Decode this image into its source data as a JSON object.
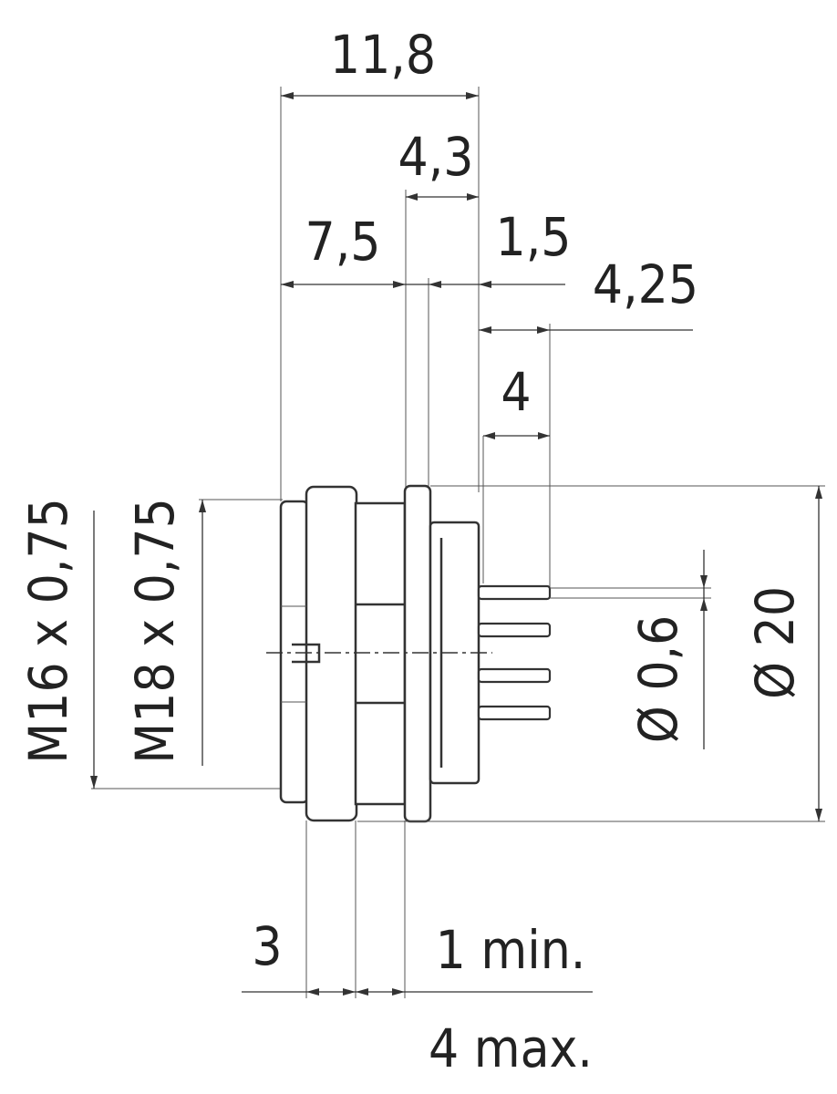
{
  "dimensions": {
    "d_11_8": "11,8",
    "d_4_3": "4,3",
    "d_7_5": "7,5",
    "d_1_5": "1,5",
    "d_4_25": "4,25",
    "d_4": "4",
    "d_m16": "M16 x 0,75",
    "d_m18": "M18 x 0,75",
    "d_pin_dia": "Ø 0,6",
    "d_body_dia": "Ø 20",
    "d_3": "3",
    "d_1_min": "1 min.",
    "d_4_max": "4 max."
  }
}
